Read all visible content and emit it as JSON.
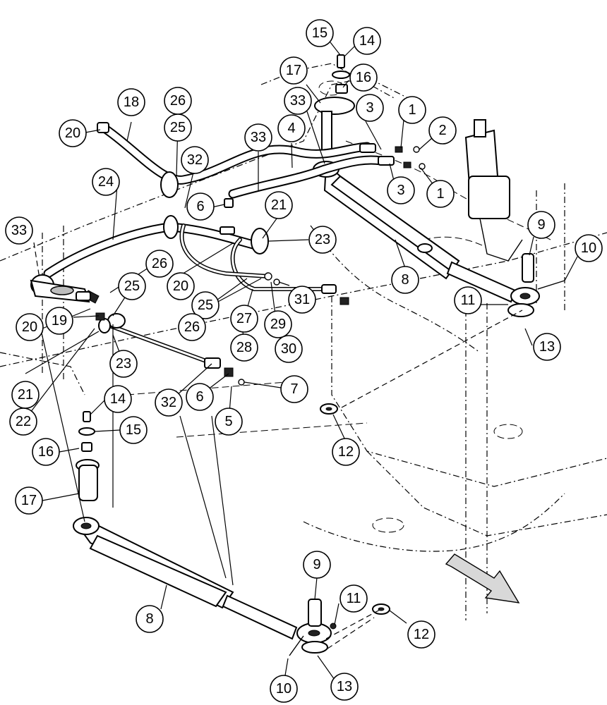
{
  "callouts": [
    {
      "id": "c15a",
      "label": "15"
    },
    {
      "id": "c14a",
      "label": "14"
    },
    {
      "id": "c17a",
      "label": "17"
    },
    {
      "id": "c16a",
      "label": "16"
    },
    {
      "id": "c33a",
      "label": "33"
    },
    {
      "id": "c3a",
      "label": "3"
    },
    {
      "id": "c1a",
      "label": "1"
    },
    {
      "id": "c26a",
      "label": "26"
    },
    {
      "id": "c18",
      "label": "18"
    },
    {
      "id": "c25a",
      "label": "25"
    },
    {
      "id": "c2",
      "label": "2"
    },
    {
      "id": "c33b",
      "label": "33"
    },
    {
      "id": "c4",
      "label": "4"
    },
    {
      "id": "c20a",
      "label": "20"
    },
    {
      "id": "c32a",
      "label": "32"
    },
    {
      "id": "c3b",
      "label": "3"
    },
    {
      "id": "c1b",
      "label": "1"
    },
    {
      "id": "c24",
      "label": "24"
    },
    {
      "id": "c6a",
      "label": "6"
    },
    {
      "id": "c21a",
      "label": "21"
    },
    {
      "id": "c33c",
      "label": "33"
    },
    {
      "id": "c23a",
      "label": "23"
    },
    {
      "id": "c9a",
      "label": "9"
    },
    {
      "id": "c10a",
      "label": "10"
    },
    {
      "id": "c26b",
      "label": "26"
    },
    {
      "id": "c8a",
      "label": "8"
    },
    {
      "id": "c25b",
      "label": "25"
    },
    {
      "id": "c20b",
      "label": "20"
    },
    {
      "id": "c31",
      "label": "31"
    },
    {
      "id": "c11a",
      "label": "11"
    },
    {
      "id": "c25c",
      "label": "25"
    },
    {
      "id": "c20c",
      "label": "20"
    },
    {
      "id": "c19",
      "label": "19"
    },
    {
      "id": "c26c",
      "label": "26"
    },
    {
      "id": "c27",
      "label": "27"
    },
    {
      "id": "c29",
      "label": "29"
    },
    {
      "id": "c13a",
      "label": "13"
    },
    {
      "id": "c23b",
      "label": "23"
    },
    {
      "id": "c28",
      "label": "28"
    },
    {
      "id": "c30",
      "label": "30"
    },
    {
      "id": "c21b",
      "label": "21"
    },
    {
      "id": "c7",
      "label": "7"
    },
    {
      "id": "c6b",
      "label": "6"
    },
    {
      "id": "c32b",
      "label": "32"
    },
    {
      "id": "c14b",
      "label": "14"
    },
    {
      "id": "c22",
      "label": "22"
    },
    {
      "id": "c5",
      "label": "5"
    },
    {
      "id": "c15b",
      "label": "15"
    },
    {
      "id": "c12a",
      "label": "12"
    },
    {
      "id": "c16b",
      "label": "16"
    },
    {
      "id": "c17b",
      "label": "17"
    },
    {
      "id": "c9b",
      "label": "9"
    },
    {
      "id": "c11b",
      "label": "11"
    },
    {
      "id": "c8b",
      "label": "8"
    },
    {
      "id": "c12b",
      "label": "12"
    },
    {
      "id": "c10b",
      "label": "10"
    },
    {
      "id": "c13b",
      "label": "13"
    }
  ]
}
